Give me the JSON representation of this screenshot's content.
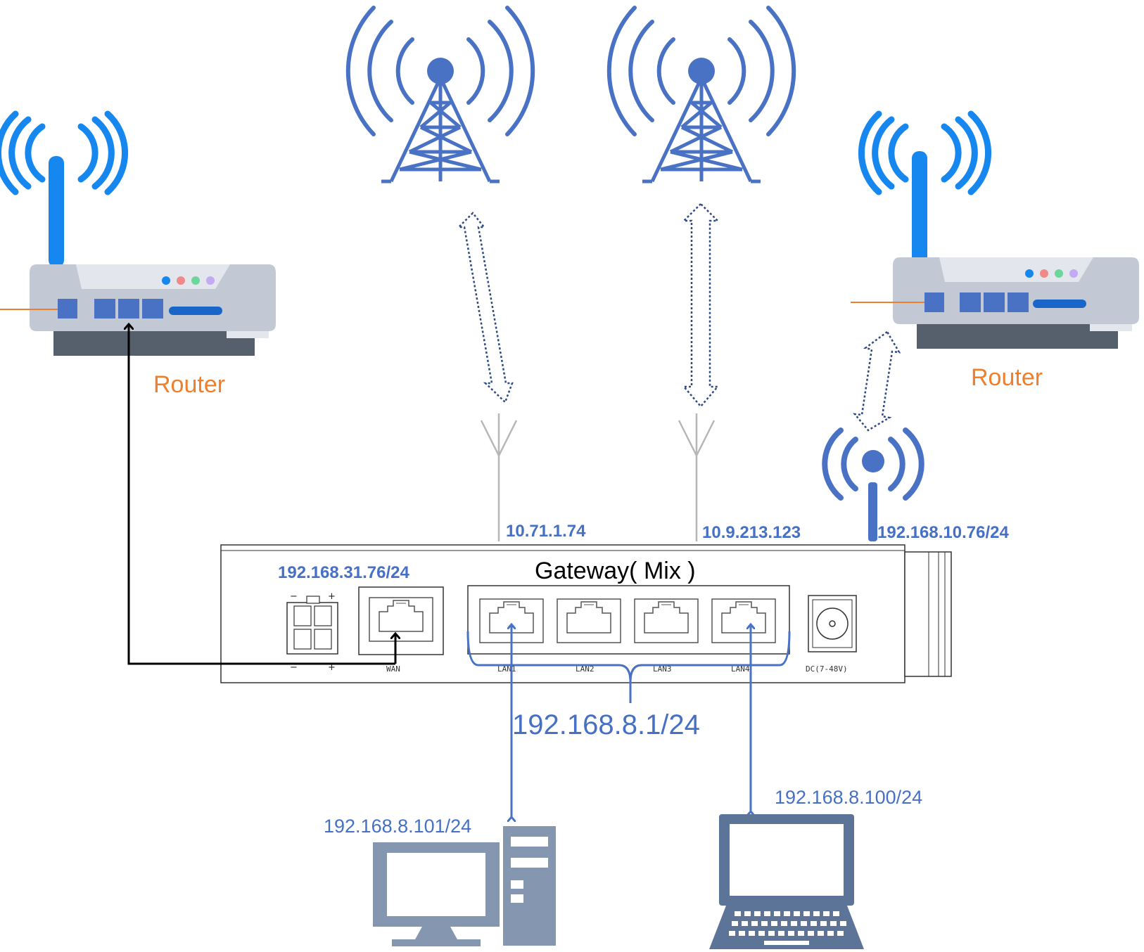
{
  "colors": {
    "accent_blue": "#4a72c4",
    "wifi_blue": "#1787f0",
    "router_orange": "#ee7f2d",
    "device_slate": "#8596b1"
  },
  "routers": {
    "left_label": "Router",
    "right_label": "Router"
  },
  "gateway": {
    "title": "Gateway( Mix )",
    "wan_ip": "192.168.31.76/24",
    "lan_ip": "192.168.8.1/24",
    "ports": {
      "wan": "WAN",
      "lan1": "LAN1",
      "lan2": "LAN2",
      "lan3": "LAN3",
      "lan4": "LAN4",
      "dc": "DC(7-48V)"
    },
    "power_plus": "+",
    "power_minus": "−"
  },
  "links": {
    "cellular1_ip": "10.71.1.74",
    "cellular2_ip": "10.9.213.123",
    "wifi_ip": "192.168.10.76/24"
  },
  "clients": {
    "desktop_ip": "192.168.8.101/24",
    "laptop_ip": "192.168.8.100/24"
  },
  "icons": [
    "cell-tower-icon",
    "router-icon",
    "wifi-antenna-icon",
    "desktop-computer-icon",
    "laptop-icon",
    "antenna-icon"
  ]
}
